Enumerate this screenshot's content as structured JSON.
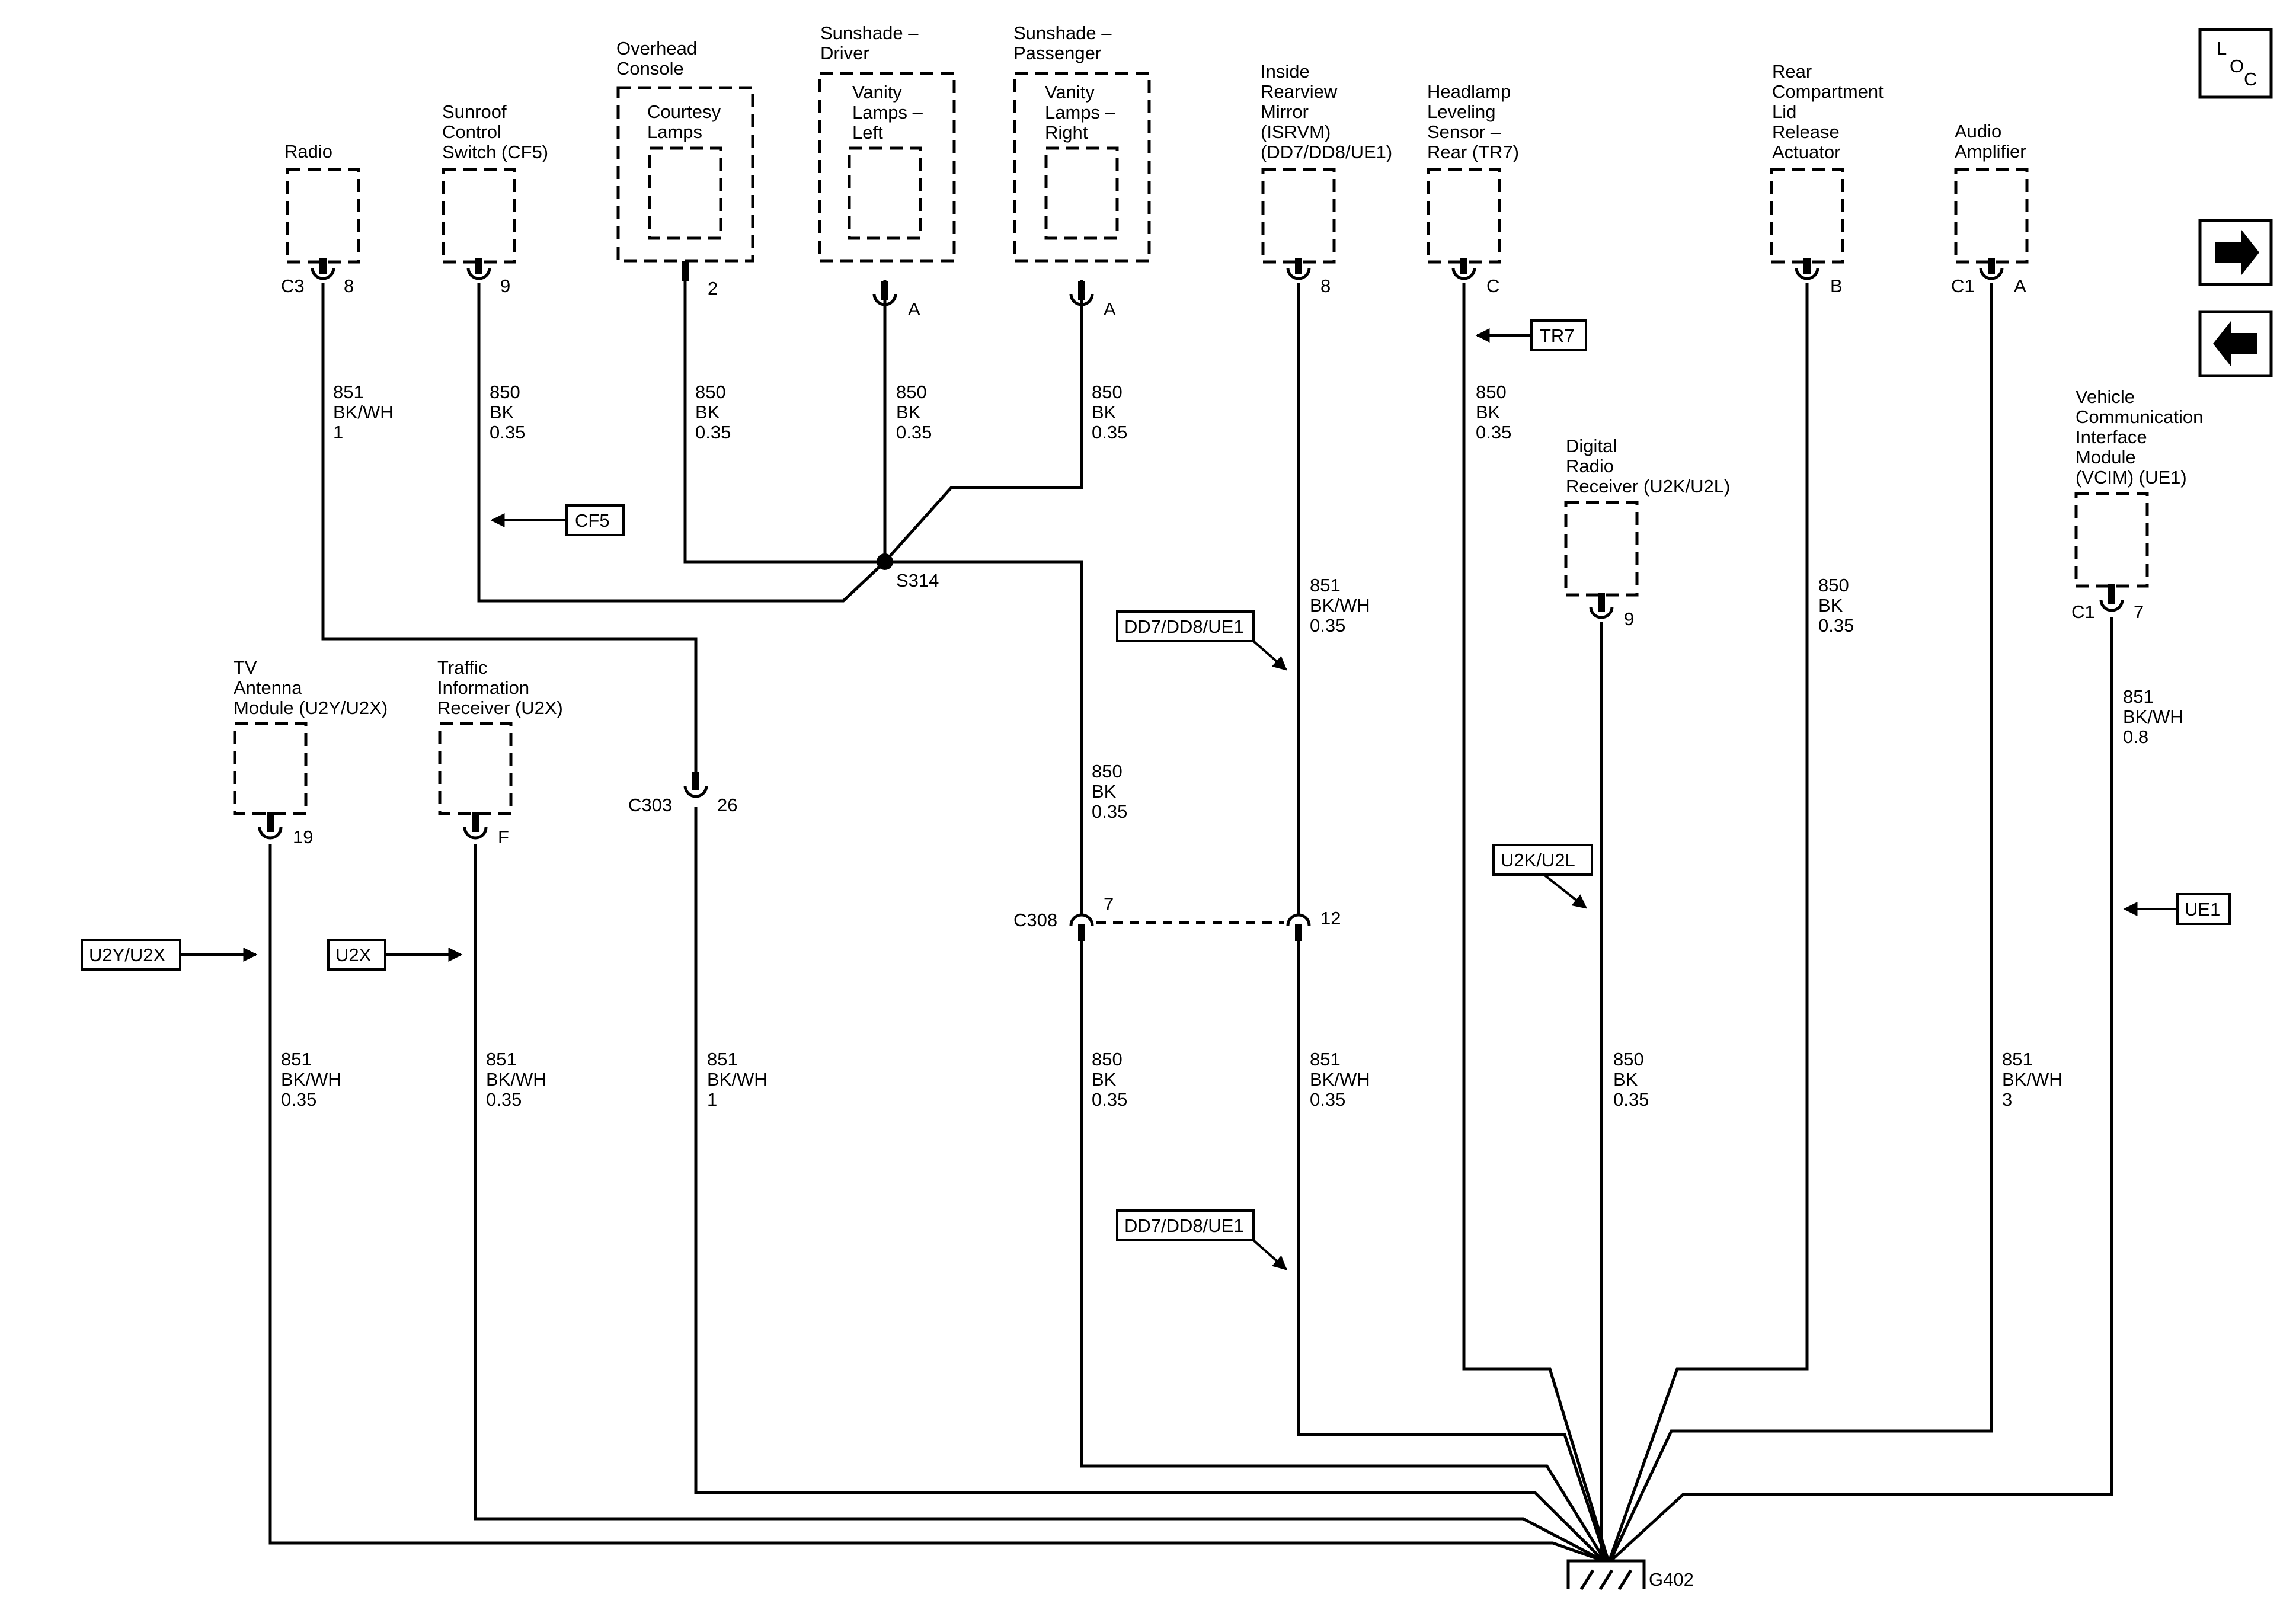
{
  "components": {
    "radio": {
      "name": [
        "Radio"
      ],
      "connector": "C3",
      "pin": "8"
    },
    "sunroof_switch": {
      "name": [
        "Sunroof",
        "Control",
        "Switch (CF5)"
      ],
      "pin": "9"
    },
    "overhead_console": {
      "name": [
        "Overhead",
        "Console"
      ],
      "inner": [
        "Courtesy",
        "Lamps"
      ],
      "pin": "2"
    },
    "sunshade_driver": {
      "name": [
        "Sunshade –",
        "Driver"
      ],
      "inner": [
        "Vanity",
        "Lamps –",
        "Left"
      ],
      "pin": "A"
    },
    "sunshade_passenger": {
      "name": [
        "Sunshade –",
        "Passenger"
      ],
      "inner": [
        "Vanity",
        "Lamps –",
        "Right"
      ],
      "pin": "A"
    },
    "inside_mirror": {
      "name": [
        "Inside",
        "Rearview",
        "Mirror",
        "(ISRVM)",
        "(DD7/DD8/UE1)"
      ],
      "pin": "8"
    },
    "headlamp_sensor": {
      "name": [
        "Headlamp",
        "Leveling",
        "Sensor –",
        "Rear (TR7)"
      ],
      "pin": "C"
    },
    "rear_lid_actuator": {
      "name": [
        "Rear",
        "Compartment",
        "Lid",
        "Release",
        "Actuator"
      ],
      "pin": "B"
    },
    "audio_amplifier": {
      "name": [
        "Audio",
        "Amplifier"
      ],
      "connector": "C1",
      "pin": "A"
    },
    "vcim": {
      "name": [
        "Vehicle",
        "Communication",
        "Interface",
        "Module",
        "(VCIM) (UE1)"
      ],
      "connector": "C1",
      "pin": "7"
    },
    "digital_radio": {
      "name": [
        "Digital",
        "Radio",
        "Receiver (U2K/U2L)"
      ],
      "pin": "9"
    },
    "tv_antenna": {
      "name": [
        "TV",
        "Antenna",
        "Module (U2Y/U2X)"
      ],
      "pin": "19"
    },
    "traffic_receiver": {
      "name": [
        "Traffic",
        "Information",
        "Receiver (U2X)"
      ],
      "pin": "F"
    }
  },
  "wires": {
    "radio": [
      "851",
      "BK/WH",
      "1"
    ],
    "sunroof": [
      "850",
      "BK",
      "0.35"
    ],
    "overhead": [
      "850",
      "BK",
      "0.35"
    ],
    "sunshade_driver": [
      "850",
      "BK",
      "0.35"
    ],
    "sunshade_passenger": [
      "850",
      "BK",
      "0.35"
    ],
    "mirror_upper": [
      "851",
      "BK/WH",
      "0.35"
    ],
    "headlamp": [
      "850",
      "BK",
      "0.35"
    ],
    "rear_lid": [
      "850",
      "BK",
      "0.35"
    ],
    "vcim": [
      "851",
      "BK/WH",
      "0.8"
    ],
    "s314_down": [
      "850",
      "BK",
      "0.35"
    ],
    "tv_antenna": [
      "851",
      "BK/WH",
      "0.35"
    ],
    "traffic": [
      "851",
      "BK/WH",
      "0.35"
    ],
    "c303_down": [
      "851",
      "BK/WH",
      "1"
    ],
    "c308_down": [
      "850",
      "BK",
      "0.35"
    ],
    "mirror_lower": [
      "851",
      "BK/WH",
      "0.35"
    ],
    "digital_radio": [
      "850",
      "BK",
      "0.35"
    ],
    "amplifier": [
      "851",
      "BK/WH",
      "3"
    ]
  },
  "splice": "S314",
  "inline_connectors": {
    "c303": {
      "name": "C303",
      "pin": "26"
    },
    "c308": {
      "name": "C308",
      "pin_left": "7",
      "pin_right": "12"
    }
  },
  "ground": "G402",
  "option_tags": {
    "cf5": "CF5",
    "tr7": "TR7",
    "dd7_upper": "DD7/DD8/UE1",
    "dd7_lower": "DD7/DD8/UE1",
    "u2k": "U2K/U2L",
    "ue1": "UE1",
    "u2y": "U2Y/U2X",
    "u2x": "U2X"
  },
  "loc": {
    "l": "L",
    "o": "O",
    "c": "C"
  }
}
